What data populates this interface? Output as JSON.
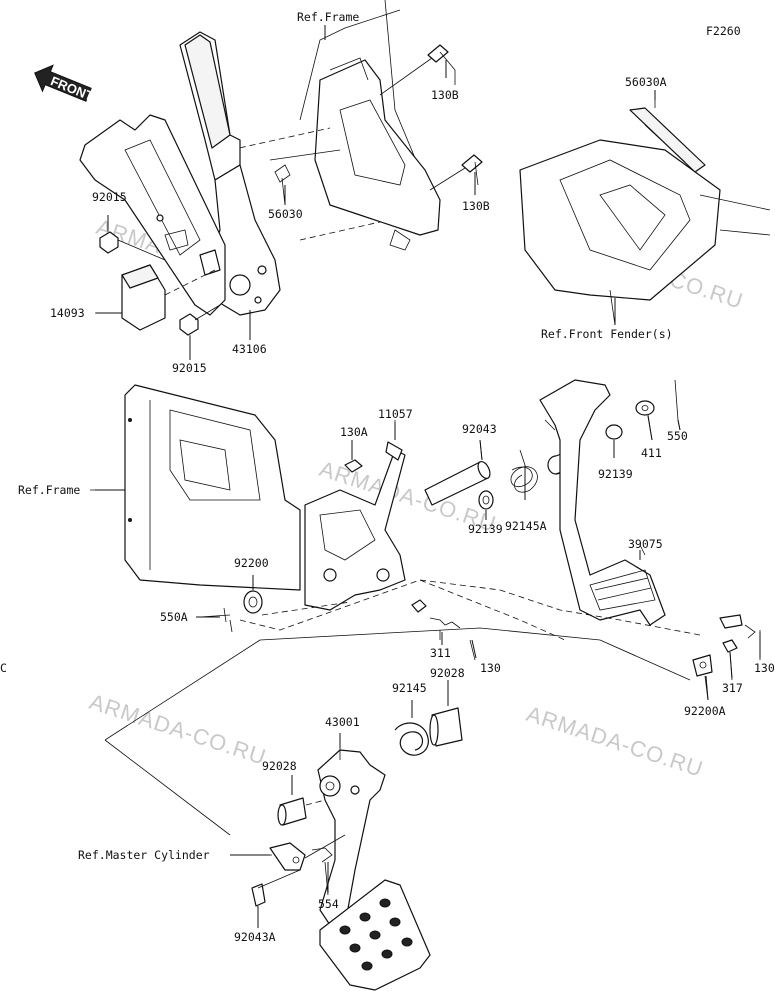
{
  "diagram_code": "F2260",
  "front_label": "FRONT",
  "watermark": "ARMADA-CO.RU",
  "labels": {
    "ref_frame_top": "Ref.Frame",
    "p130b_1": "130B",
    "p130b_2": "130B",
    "p56030a": "56030A",
    "p56030": "56030",
    "p92015_top": "92015",
    "p92015_bottom": "92015",
    "p14093": "14093",
    "p43106": "43106",
    "ref_front_fender": "Ref.Front Fender(s)",
    "ref_frame_mid": "Ref.Frame",
    "p130a": "130A",
    "p11057": "11057",
    "p92043": "92043",
    "p92139_left": "92139",
    "p92145a": "92145A",
    "p92139_right": "92139",
    "p411": "411",
    "p550": "550",
    "p39075": "39075",
    "p92200": "92200",
    "p550a": "550A",
    "p311": "311",
    "p130_mid": "130",
    "p130_right": "130",
    "p317": "317",
    "p92200a": "92200A",
    "edge_c": "C",
    "p92145": "92145",
    "p92028_top": "92028",
    "p43001": "43001",
    "p92028_left": "92028",
    "ref_master_cylinder": "Ref.Master Cylinder",
    "p554": "554",
    "p92043a": "92043A"
  }
}
